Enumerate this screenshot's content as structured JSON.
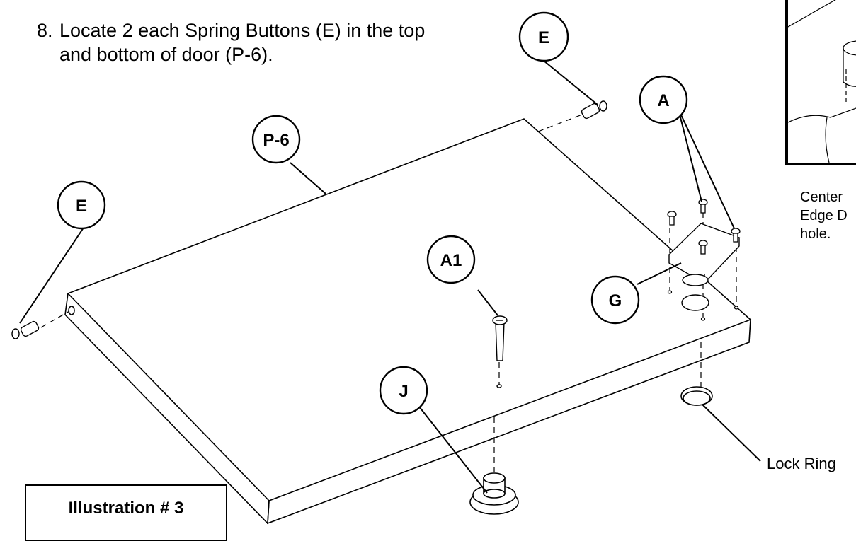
{
  "step": {
    "number": "8.",
    "line1": "Locate 2 each Spring Buttons (E) in the top",
    "line2": "and bottom of door (P-6)."
  },
  "callouts": {
    "E_top": "E",
    "E_left": "E",
    "P6": "P-6",
    "A": "A",
    "A1": "A1",
    "G": "G",
    "J": "J"
  },
  "side_note": {
    "line1": "Center",
    "line2": "Edge D",
    "line3": "hole."
  },
  "lock_ring_label": "Lock Ring",
  "illustration_label": "Illustration # 3"
}
